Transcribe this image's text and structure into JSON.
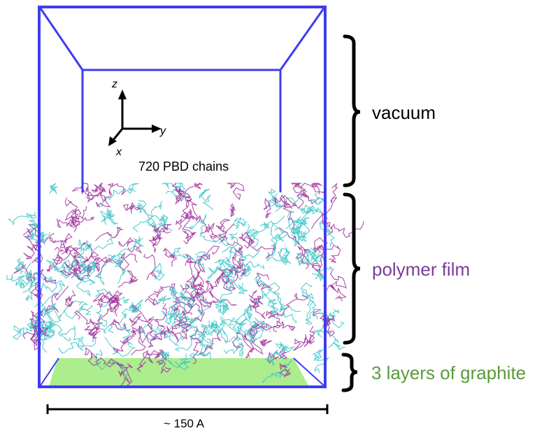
{
  "labels": {
    "vacuum": "vacuum",
    "polymer_film": "polymer film",
    "graphite": "3 layers of graphite",
    "chains": "720 PBD chains",
    "scale": "~ 150 A"
  },
  "axes": {
    "z": "z",
    "y": "y",
    "x": "x"
  },
  "colors": {
    "box_edge": "#3d3df0",
    "polymer_magenta": "#a0309a",
    "polymer_cyan": "#3cc4c8",
    "graphite": "#9ae57a",
    "polymer_label": "#7b3c9a",
    "graphite_label": "#5a9b3a",
    "bracket": "#000000"
  }
}
